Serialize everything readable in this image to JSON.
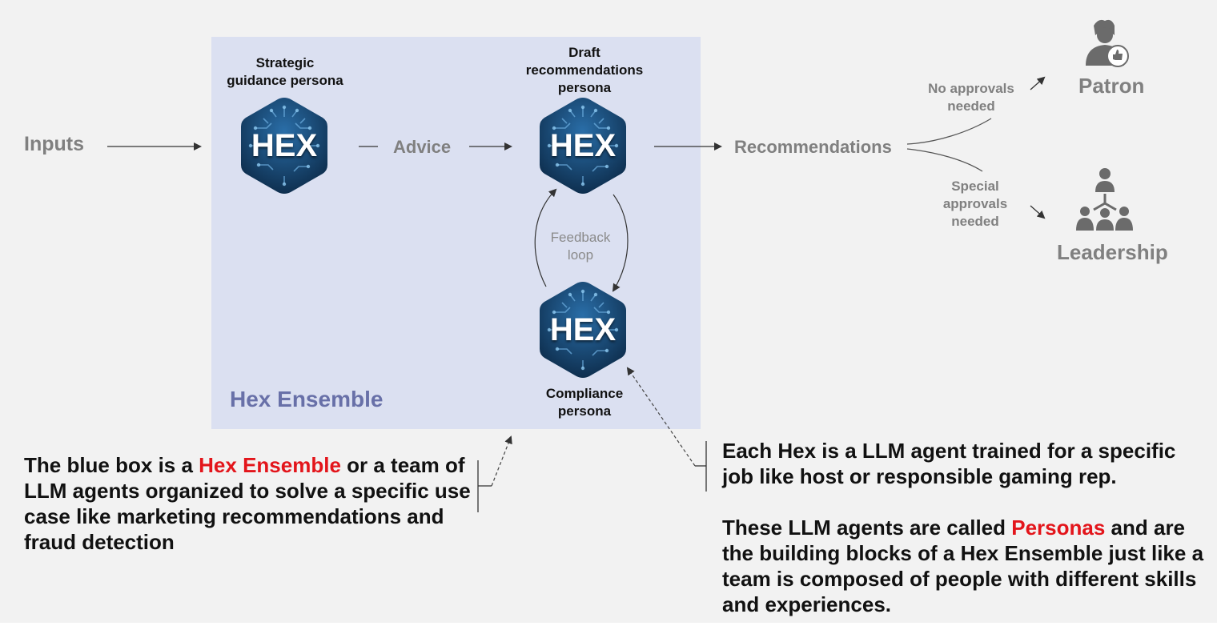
{
  "diagram": {
    "inputs_label": "Inputs",
    "advice_label": "Advice",
    "recommendations_label": "Recommendations",
    "feedback_loop_label": [
      "Feedback",
      "loop"
    ],
    "ensemble_label": "Hex Ensemble",
    "personas": {
      "strategic": {
        "title": [
          "Strategic",
          "guidance persona"
        ],
        "hex_text": "HEX"
      },
      "draft": {
        "title": [
          "Draft",
          "recommendations",
          "persona"
        ],
        "hex_text": "HEX"
      },
      "compliance": {
        "title": [
          "Compliance",
          "persona"
        ],
        "hex_text": "HEX"
      }
    },
    "outputs": {
      "patron": {
        "label": "Patron",
        "condition": [
          "No approvals",
          "needed"
        ],
        "icon": "patron-thumbs-up-icon"
      },
      "leadership": {
        "label": "Leadership",
        "condition": [
          "Special",
          "approvals",
          "needed"
        ],
        "icon": "org-chart-icon"
      }
    }
  },
  "notes": {
    "left": {
      "before": "The blue box is a ",
      "highlight": "Hex Ensemble",
      "after": " or a team of LLM agents organized to solve a specific use case like marketing recommendations and fraud detection"
    },
    "right_1": "Each Hex is a LLM agent trained for a specific job like host or responsible gaming rep.",
    "right_2": {
      "before": "These LLM agents are called ",
      "highlight": "Personas",
      "after": " and are the building blocks of a Hex Ensemble just like a team is composed of people with different skills and experiences."
    }
  },
  "colors": {
    "ensemble_box": "#dbe0f1",
    "ensemble_label": "#6870a8",
    "highlight": "#e3151b",
    "hex_dark": "#0c2a48",
    "hex_light": "#2a6ea8",
    "gray_text": "#808080"
  }
}
